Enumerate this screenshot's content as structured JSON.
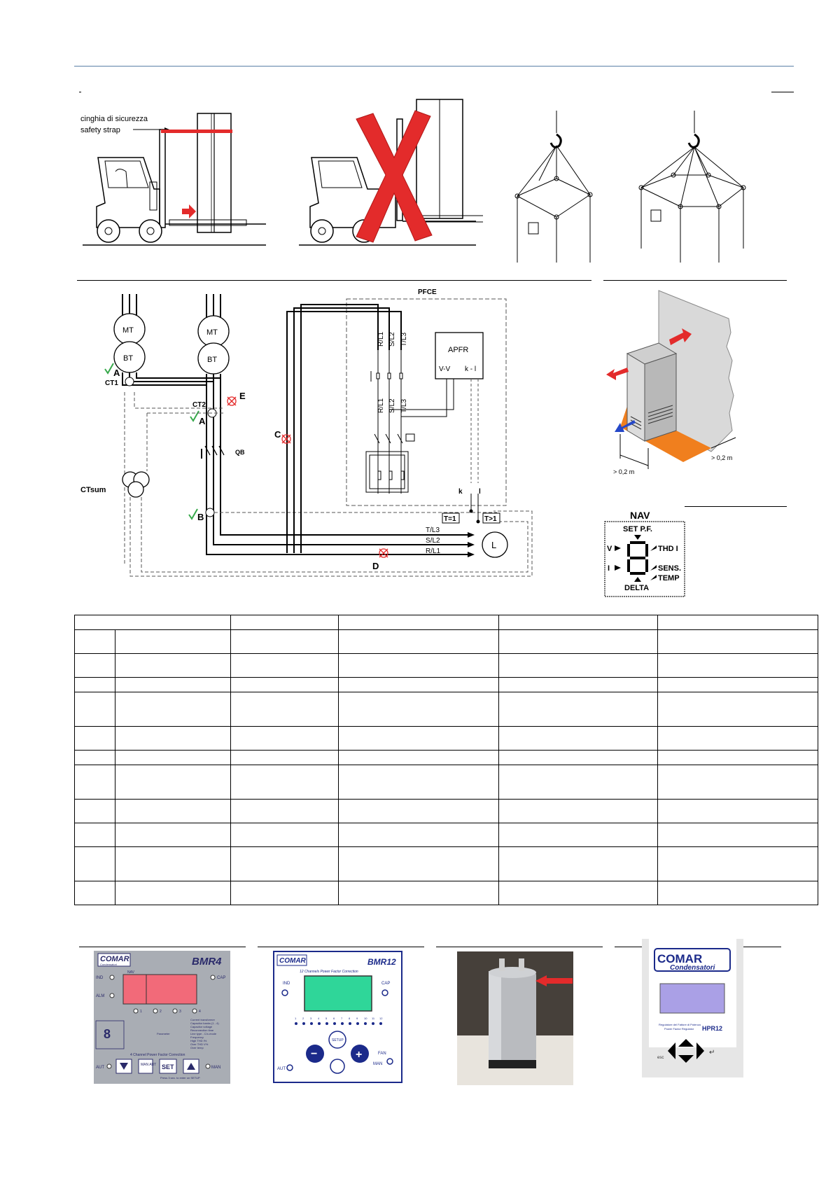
{
  "forklift": {
    "label_it": "cinghia di sicurezza",
    "label_en": "safety strap"
  },
  "schematic": {
    "pfce": "PFCE",
    "apfr": "APFR",
    "vv": "V-V",
    "kl": "k - l",
    "mt": "MT",
    "bt": "BT",
    "rl1": "R/L1",
    "sl2": "S/L2",
    "tl3": "T/L3",
    "ct1": "CT1",
    "ct2": "CT2",
    "ctsum": "CTsum",
    "qb": "QB",
    "a": "A",
    "b": "B",
    "c": "C",
    "d": "D",
    "e": "E",
    "t1": "T=1",
    "tgt1": "T>1",
    "load": "L",
    "k": "k",
    "l": "l"
  },
  "cabinet": {
    "dim_left": "> 0,2 m",
    "dim_right": "> 0,2 m"
  },
  "nav": {
    "title": "NAV",
    "setpf": "SET P.F.",
    "v": "V",
    "i": "I",
    "thd": "THD I",
    "sens": "SENS.",
    "temp": "TEMP",
    "delta": "DELTA"
  },
  "bmr4": {
    "brand": "COMAR",
    "sub": "Condensatori",
    "model": "BMR4",
    "nav": "NAV",
    "ind": "IND",
    "cap": "CAP",
    "alm": "ALM",
    "caption": "4 Channel Power Factor Correction",
    "aut": "AUT",
    "man": "MAN",
    "man_aut": "MAN AUT",
    "set": "SET",
    "parameter": "Parameter",
    "params": [
      "Current transformer",
      "Capacitor banks (1 - 4)",
      "Capacitor voltage",
      "Reconnection time",
      "Line type - C/c-mode",
      "Frequency",
      "High THD I%",
      "Over THD V%",
      "Over temp"
    ],
    "press": "Press 3 sec. to enter on SETUP",
    "steps": [
      "1",
      "2",
      "3",
      "4"
    ]
  },
  "bmr12": {
    "brand": "COMAR",
    "model": "BMR12",
    "caption": "12 Channels Power Factor Correction",
    "ind": "IND",
    "cap": "CAP",
    "aut": "AUT",
    "fan": "FAN",
    "man": "MAN",
    "setup": "SETUP",
    "steps": [
      "1",
      "2",
      "3",
      "4",
      "5",
      "6",
      "7",
      "8",
      "9",
      "10",
      "11",
      "12"
    ]
  },
  "hpr12": {
    "brand": "COMAR",
    "sub": "Condensatori",
    "model": "HPR12",
    "desc_it": "Regolatore del Fattore di Potenza",
    "desc_en": "Power Factor Regulator",
    "esc": "esc"
  },
  "table": {
    "rows": [
      {
        "n": "",
        "tall": false
      },
      {
        "n": "",
        "tall": false
      },
      {
        "n": "",
        "tall": false
      },
      {
        "n": "",
        "tall": true
      },
      {
        "n": "",
        "tall": false
      },
      {
        "n": "",
        "tall": false
      },
      {
        "n": "",
        "tall": true
      },
      {
        "n": "",
        "tall": false
      },
      {
        "n": "",
        "tall": false
      },
      {
        "n": "",
        "tall": true
      },
      {
        "n": "",
        "tall": false
      }
    ]
  },
  "colors": {
    "accent_blue": "#5b7fa6",
    "red": "#e32b2b",
    "orange": "#f07f1e",
    "green_check": "#36a84a",
    "panel_red": "#f26a79",
    "lcd_green": "#2fd699",
    "lcd_lavender": "#aaa0e6"
  }
}
